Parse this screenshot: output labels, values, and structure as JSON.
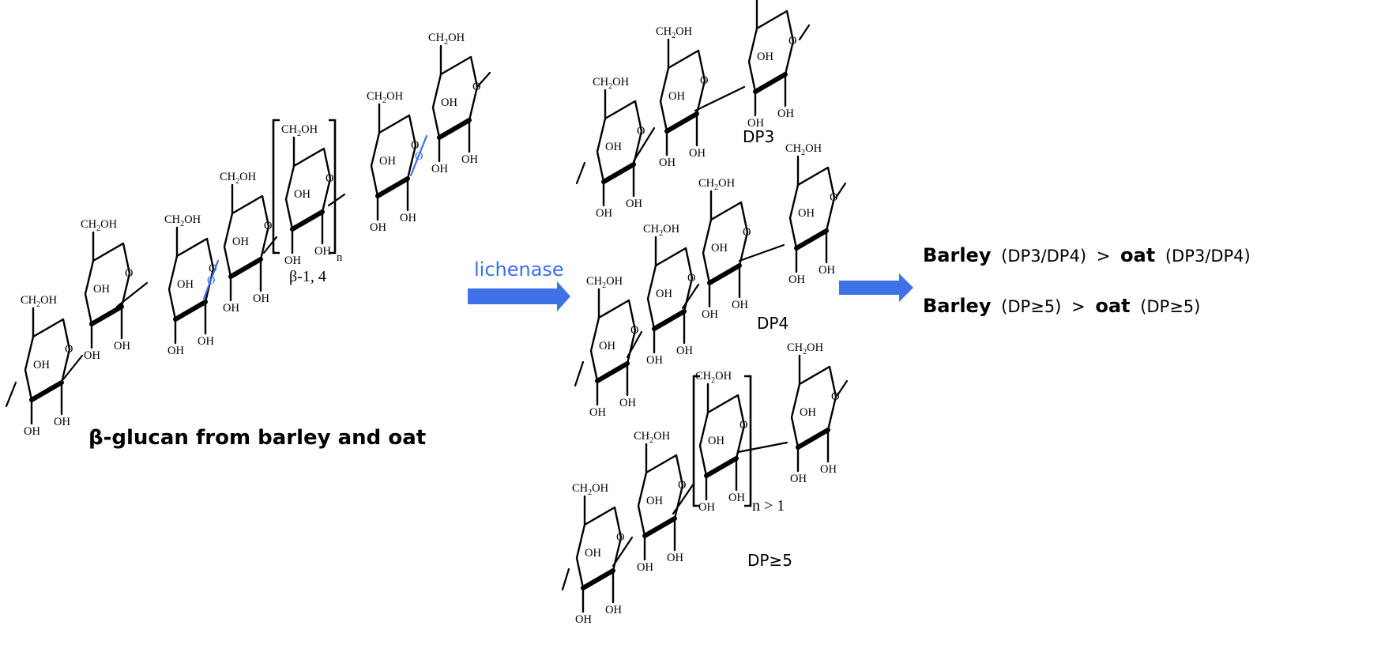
{
  "atoms": {
    "ch2oh_a": "CH",
    "ch2oh_sub": "2",
    "ch2oh_b": "OH",
    "oh": "OH",
    "o": "O"
  },
  "repeat": {
    "n": "n",
    "linkage": "β-1, 4",
    "n_gt_1": "n > 1"
  },
  "labels": {
    "source": "β-glucan from barley and oat",
    "enzyme": "lichenase",
    "dp3": "DP3",
    "dp4": "DP4",
    "dp5": "DP≥5"
  },
  "results": [
    {
      "a": "Barley",
      "a_detail": "(DP3/DP4)",
      "op": ">",
      "b": "oat",
      "b_detail": "(DP3/DP4)"
    },
    {
      "a": "Barley",
      "a_detail": "(DP≥5)",
      "op": ">",
      "b": "oat",
      "b_detail": "(DP≥5)"
    }
  ],
  "colors": {
    "accent": "#3a6ff0",
    "arrow": "#3f72e6",
    "ink": "#000000"
  },
  "icons": [
    "right-arrow-icon",
    "right-arrow-icon"
  ]
}
